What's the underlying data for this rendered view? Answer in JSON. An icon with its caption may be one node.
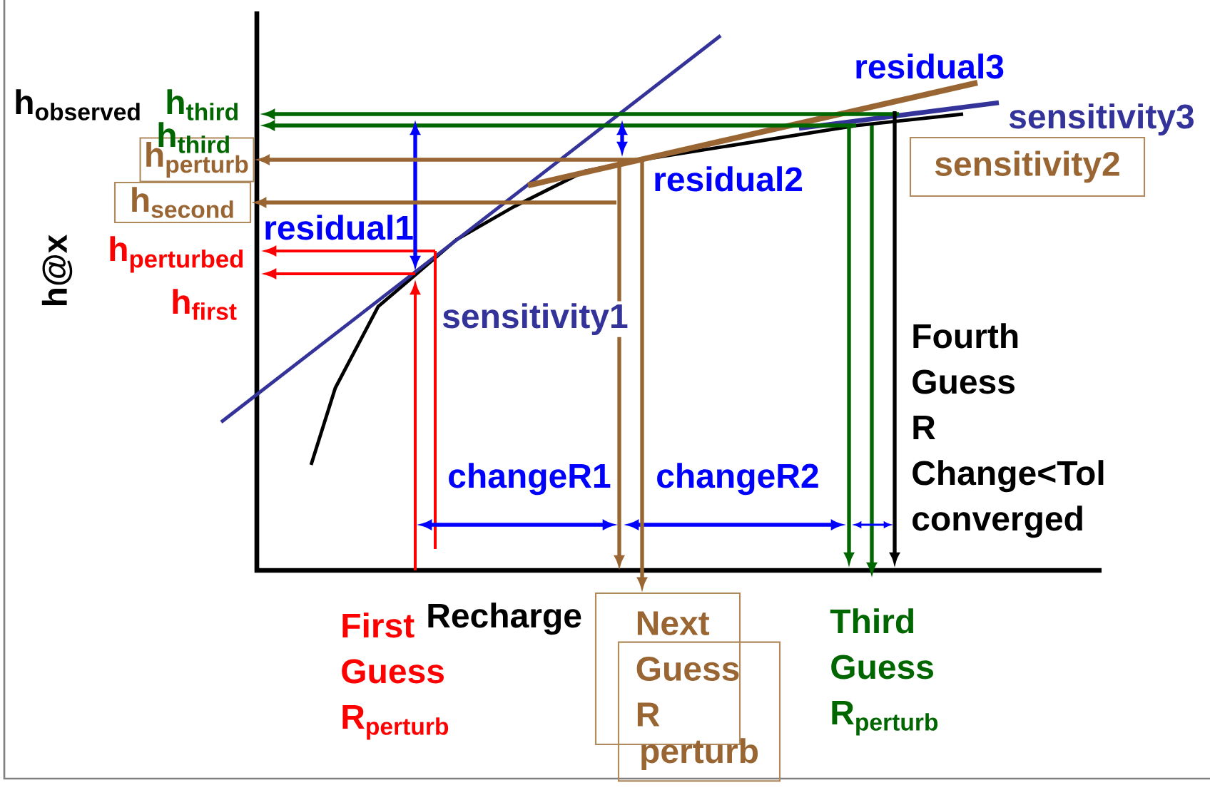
{
  "diagram": {
    "nodes": [
      {
        "text": [
          "h$_{perturb}$"
        ]
      },
      {
        "text": [
          "h$_{second}$"
        ]
      },
      {
        "text": [
          "sensitivity2"
        ]
      },
      {
        "text": [
          "Next Guess R"
        ]
      },
      {
        "text": [
          "perturb"
        ]
      }
    ],
    "edges": [
      {
        "from": null,
        "to": 0,
        "arrow": "to"
      },
      {
        "from": null,
        "to": 1,
        "arrow": "to"
      },
      {
        "from": null,
        "to": 3,
        "arrow": "to"
      }
    ],
    "labels": [
      "h$_{observed}$",
      "h$_{third}$",
      "h$_{third}$",
      "residual1",
      "\\mbox{h}_{\\mbox{\\fontsize{13}{13}\\selectfont perturbed}}",
      "h$_{first}$",
      "h@x",
      "sensitivity1",
      "residual2",
      "residual3",
      "sensitivity3",
      "changeR1",
      "changeR2",
      "Fourth Guess R Change<Tol converged",
      "Recharge",
      "First Guess R$_{perturb}$",
      "Third Guess R$_{perturb}$"
    ]
  }
}
